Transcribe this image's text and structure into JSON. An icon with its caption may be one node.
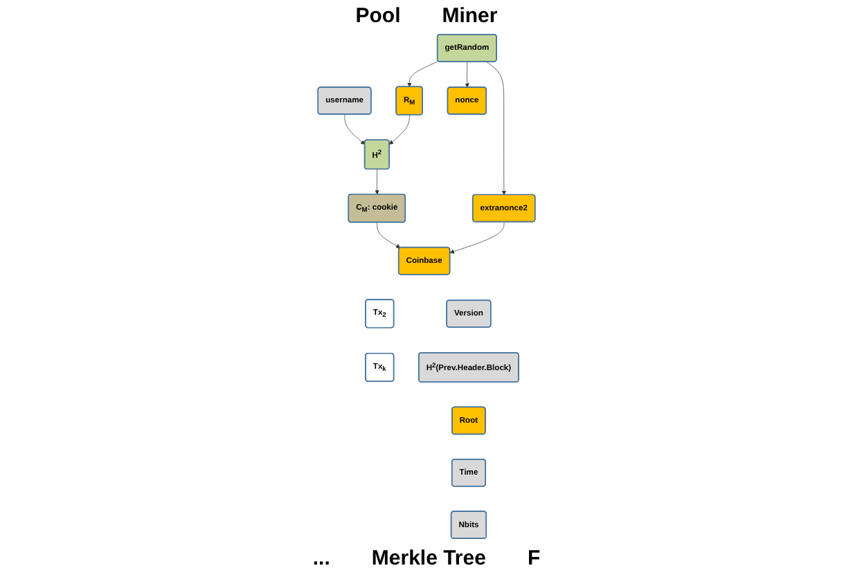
{
  "diagram": {
    "nodes": [
      {
        "text": [
          "username"
        ]
      },
      {
        "text": [
          "R$_{M}$"
        ]
      },
      {
        "text": [
          "getRandom"
        ]
      },
      {
        "text": [
          "H$^{2}$"
        ]
      },
      {
        "text": [
          "C$_{M}$: cookie"
        ]
      },
      {
        "text": [
          "extranonce2"
        ]
      },
      {
        "text": [
          "Coinbase"
        ]
      },
      {
        "text": [
          "Tx$_{2}$"
        ]
      },
      {
        "text": [
          "Tx$_{k}$"
        ]
      },
      {
        "text": [
          "nonce"
        ]
      },
      {
        "text": [
          "Version"
        ]
      },
      {
        "text": [
          "H$^{2}$(Prev.Header.Block)"
        ]
      },
      {
        "text": [
          "Root"
        ]
      },
      {
        "text": [
          "Time"
        ]
      },
      {
        "text": [
          "Nbits"
        ]
      }
    ],
    "edges": [
      {
        "from": 2,
        "to": 1,
        "arrow": "to"
      },
      {
        "from": 0,
        "to": 3,
        "arrow": "to"
      },
      {
        "from": 1,
        "to": 3,
        "arrow": "to"
      },
      {
        "from": 3,
        "to": 4,
        "arrow": "to"
      },
      {
        "from": 2,
        "to": 5,
        "arrow": "to"
      },
      {
        "from": 2,
        "to": 9,
        "arrow": "to"
      },
      {
        "from": 4,
        "to": 6,
        "arrow": "to"
      },
      {
        "from": 5,
        "to": 6,
        "arrow": "to"
      }
    ],
    "labels": [
      "Pool",
      "Miner",
      "...",
      "Merkle Tree",
      "F"
    ]
  }
}
